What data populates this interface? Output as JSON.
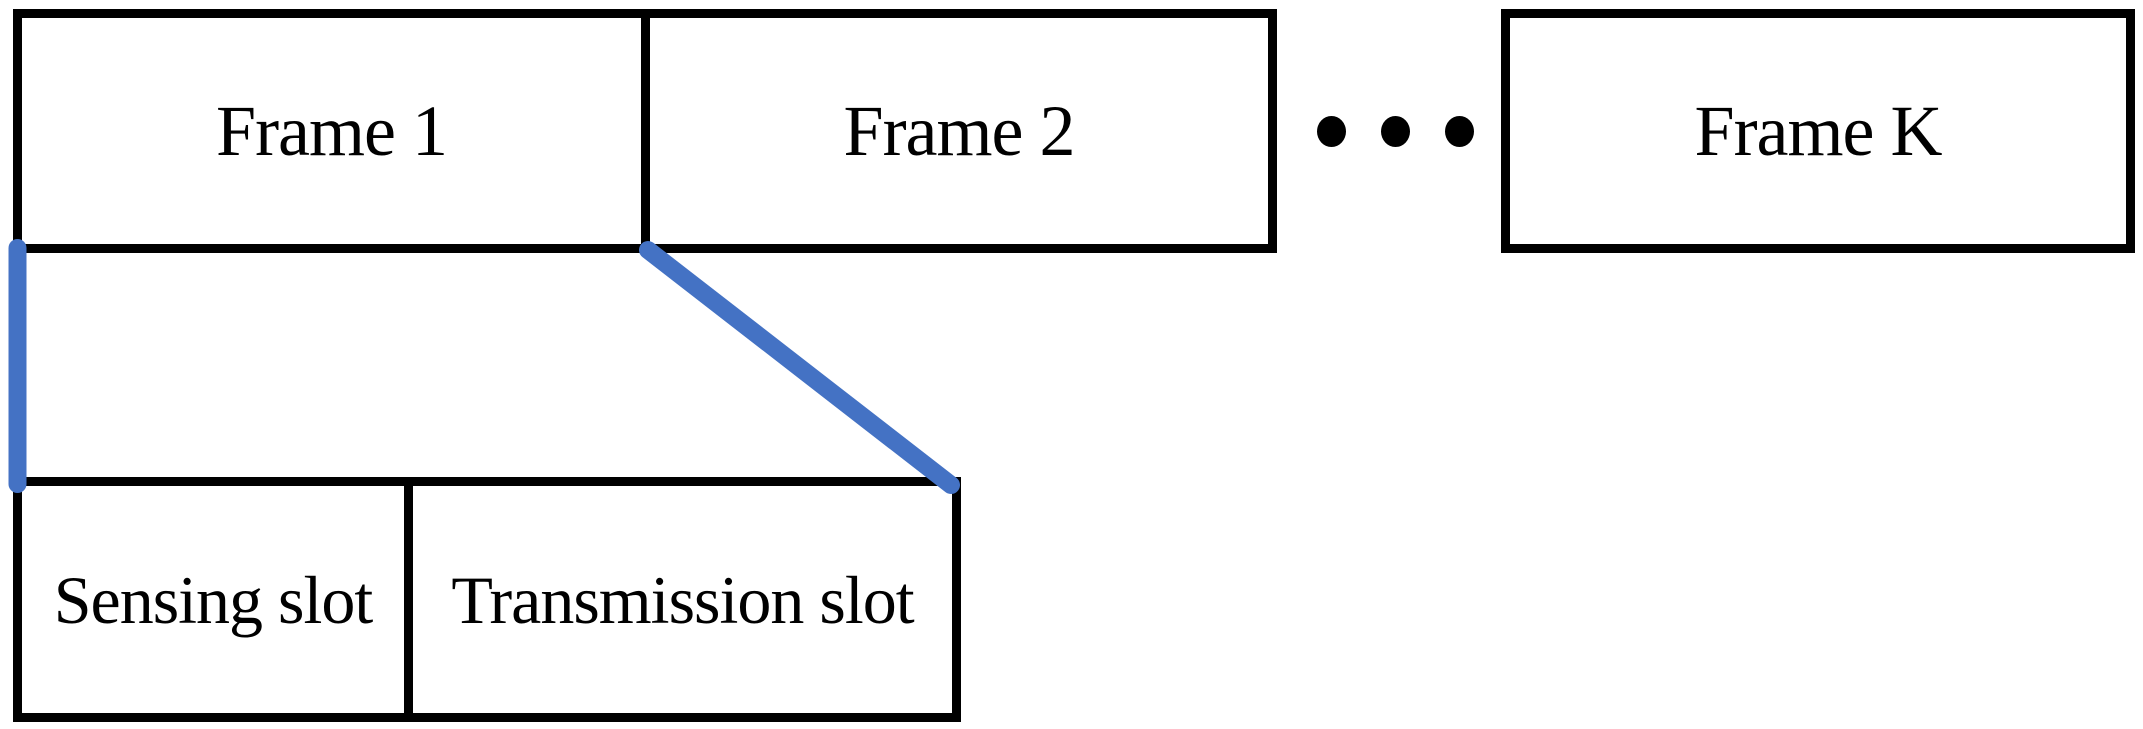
{
  "colors": {
    "background": "#ffffff",
    "box_border": "#000000",
    "text": "#000000",
    "connector_blue": "#4472C4"
  },
  "frame_row": {
    "frames": [
      {
        "label": "Frame 1"
      },
      {
        "label": "Frame 2"
      },
      {
        "label": "Frame K"
      }
    ],
    "ellipsis_icon": "•••"
  },
  "slot_row": {
    "slots": [
      {
        "label": "Sensing slot"
      },
      {
        "label": "Transmission slot"
      }
    ]
  }
}
